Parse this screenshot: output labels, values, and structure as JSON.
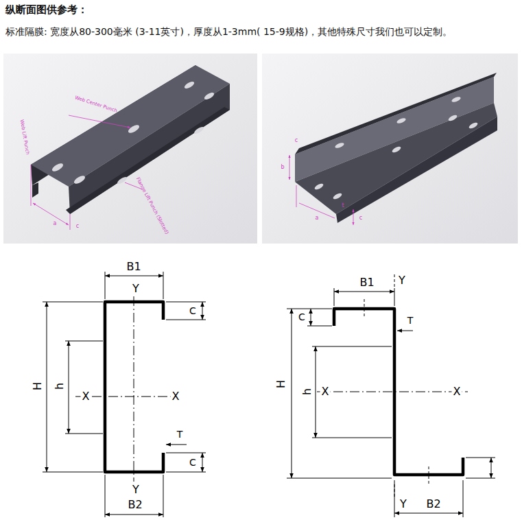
{
  "diagram": {
    "title": "纵断面图供参考：",
    "labels": [
      "标准隔膜: 宽度从80-300毫米 (3-11英寸)，厚度从1-3mm( 15-9规格)，其他特殊尺寸我们也可以定制。",
      "Web Center Punch",
      "Web Lift Punch",
      "Flange Lift Punch (Slotted)",
      "a",
      "c",
      "c",
      "b",
      "a",
      "t",
      "c",
      "B1",
      "Y",
      "C",
      "H",
      "h",
      "X",
      "X",
      "T",
      "C",
      "Y",
      "B2",
      "B1",
      "Y",
      "C",
      "T",
      "H",
      "h",
      "X",
      "X",
      "Y",
      "B2"
    ]
  }
}
